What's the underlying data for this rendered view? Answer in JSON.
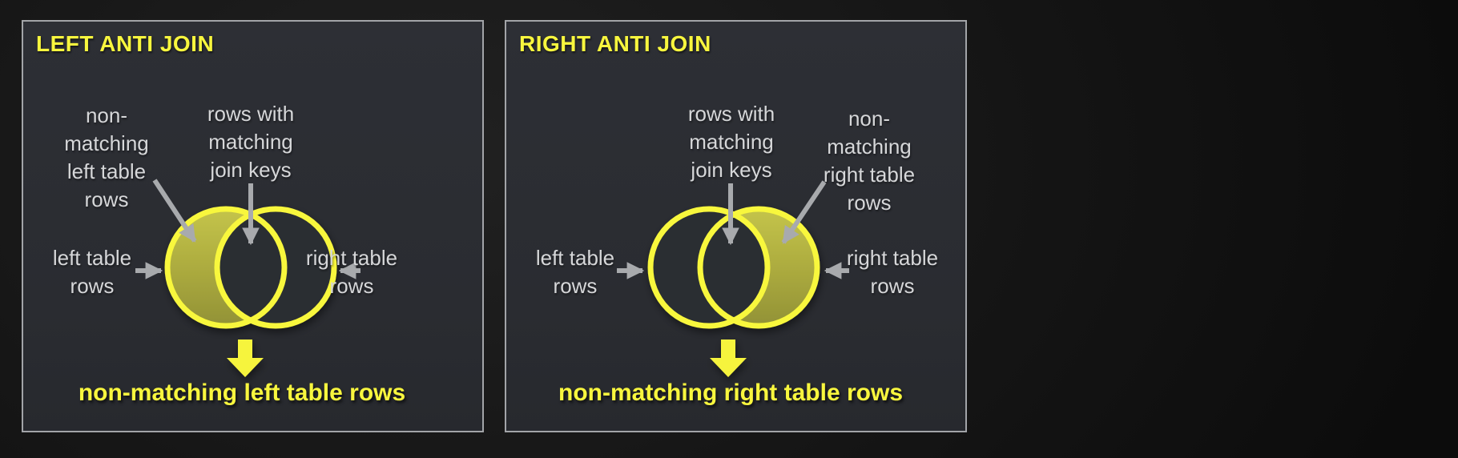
{
  "colors": {
    "page_background": "#141414",
    "panel_background": "#2b2d32",
    "panel_border": "#a2a4a8",
    "accent_yellow": "#f8f63e",
    "venn_stroke_yellow": "#f8f73c",
    "highlight_olive_fill": "#b0af42",
    "label_gray": "#d6d7d9",
    "arrow_gray": "#a8aaad"
  },
  "panels": [
    {
      "title": "LEFT ANTI JOIN",
      "highlighted_region": "left-only",
      "labels": {
        "outer": [
          "non-",
          "matching",
          "left table",
          "rows"
        ],
        "matching": [
          "rows with",
          "matching",
          "join keys"
        ],
        "left": [
          "left table",
          "rows"
        ],
        "right": [
          "right table",
          "rows"
        ]
      },
      "result": "non-matching left table rows"
    },
    {
      "title": "RIGHT ANTI JOIN",
      "highlighted_region": "right-only",
      "labels": {
        "outer": [
          "non-",
          "matching",
          "right table",
          "rows"
        ],
        "matching": [
          "rows with",
          "matching",
          "join keys"
        ],
        "left": [
          "left table",
          "rows"
        ],
        "right": [
          "right table",
          "rows"
        ]
      },
      "result": "non-matching right table rows"
    }
  ]
}
